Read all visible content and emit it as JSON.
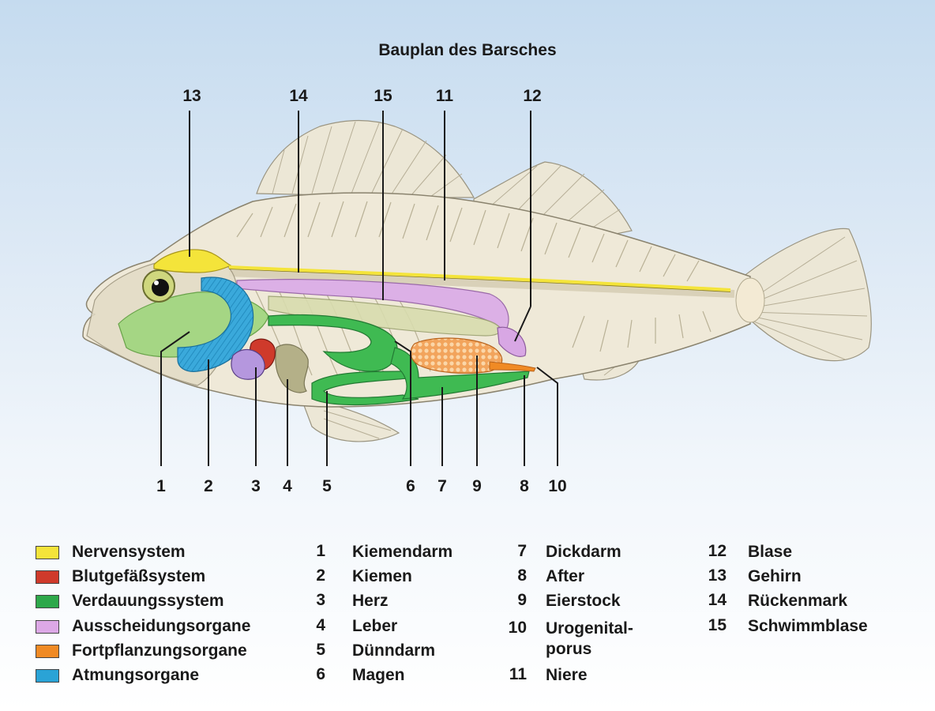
{
  "title": "Bauplan des Barsches",
  "callouts": {
    "top": [
      "13",
      "14",
      "15",
      "11",
      "12"
    ],
    "bottom": [
      "1",
      "2",
      "3",
      "4",
      "5",
      "6",
      "7",
      "9",
      "8",
      "10"
    ]
  },
  "legend_systems": [
    {
      "label": "Nervensystem",
      "color": "#f4e43a"
    },
    {
      "label": "Blutgefäßsystem",
      "color": "#cf3a2b"
    },
    {
      "label": "Verdauungssystem",
      "color": "#2ea84a"
    },
    {
      "label": "Ausscheidungsorgane",
      "color": "#dca8e6"
    },
    {
      "label": "Fortpflanzungsorgane",
      "color": "#f08a24"
    },
    {
      "label": "Atmungsorgane",
      "color": "#2aa3d6"
    }
  ],
  "parts": [
    {
      "num": "1",
      "label": "Kiemendarm"
    },
    {
      "num": "2",
      "label": "Kiemen"
    },
    {
      "num": "3",
      "label": "Herz"
    },
    {
      "num": "4",
      "label": "Leber"
    },
    {
      "num": "5",
      "label": "Dünndarm"
    },
    {
      "num": "6",
      "label": "Magen"
    },
    {
      "num": "7",
      "label": "Dickdarm"
    },
    {
      "num": "8",
      "label": "After"
    },
    {
      "num": "9",
      "label": "Eierstock"
    },
    {
      "num": "10",
      "label": "Urogenital-",
      "label2": "porus"
    },
    {
      "num": "11",
      "label": "Niere"
    },
    {
      "num": "12",
      "label": "Blase"
    },
    {
      "num": "13",
      "label": "Gehirn"
    },
    {
      "num": "14",
      "label": "Rückenmark"
    },
    {
      "num": "15",
      "label": "Schwimmblase"
    }
  ]
}
